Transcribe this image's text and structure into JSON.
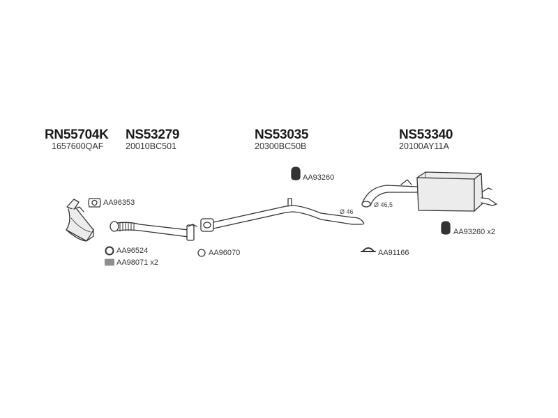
{
  "parts": [
    {
      "code": "RN55704K",
      "oem": "1657600QAF"
    },
    {
      "code": "NS53279",
      "oem": "20010BC501"
    },
    {
      "code": "NS53035",
      "oem": "20300BC50B"
    },
    {
      "code": "NS53340",
      "oem": "20100AY11A"
    }
  ],
  "accessories": {
    "gasket_front": "AA96353",
    "ring_gasket": "AA96524",
    "spring": "AA98071 x2",
    "ring_mid": "AA96070",
    "rubber_mount_top": "AA93260",
    "clamp": "AA91166",
    "rubber_mount_rear": "AA93260 x2"
  },
  "dimensions": {
    "pipe_left": "Ø 46",
    "pipe_right": "Ø 46,5"
  }
}
